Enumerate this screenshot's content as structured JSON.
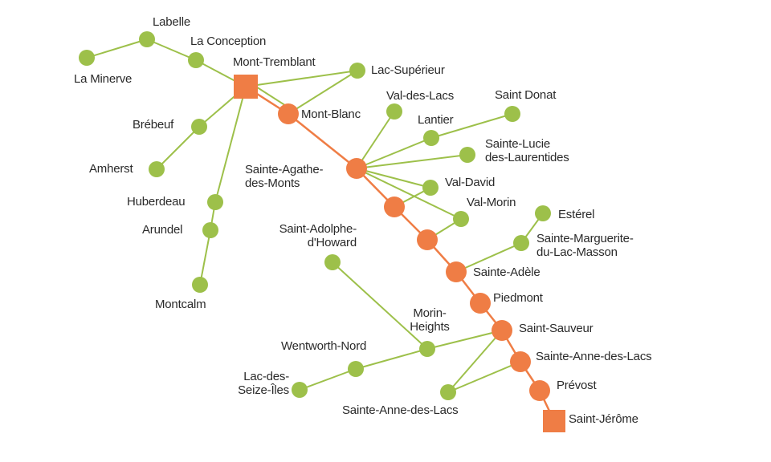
{
  "colors": {
    "main_line": "#ef7d45",
    "branch": "#9dc04a",
    "text": "#2a2a2a"
  },
  "main_line": {
    "mont_tremblant": "Mont-Tremblant",
    "mont_blanc": "Mont-Blanc",
    "sainte_agathe": "Sainte-Agathe-\ndes-Monts",
    "sainte_adele": "Sainte-Adèle",
    "piedmont": "Piedmont",
    "saint_sauveur": "Saint-Sauveur",
    "sainte_anne_main": "Sainte-Anne-des-Lacs",
    "prevost": "Prévost",
    "saint_jerome": "Saint-Jérôme"
  },
  "branches": {
    "la_minerve": "La Minerve",
    "labelle": "Labelle",
    "la_conception": "La Conception",
    "lac_superieur": "Lac-Supérieur",
    "brebeuf": "Brébeuf",
    "amherst": "Amherst",
    "huberdeau": "Huberdeau",
    "arundel": "Arundel",
    "montcalm": "Montcalm",
    "val_des_lacs": "Val-des-Lacs",
    "lantier": "Lantier",
    "saint_donat": "Saint Donat",
    "sainte_lucie": "Sainte-Lucie\ndes-Laurentides",
    "val_david": "Val-David",
    "val_morin": "Val-Morin",
    "esterel": "Estérel",
    "sainte_marguerite": "Sainte-Marguerite-\ndu-Lac-Masson",
    "saint_adolphe": "Saint-Adolphe-\nd'Howard",
    "morin_heights": "Morin-\nHeights",
    "wentworth_nord": "Wentworth-Nord",
    "lac_des_seize_iles": "Lac-des-\nSeize-Îles",
    "sainte_anne_branch": "Sainte-Anne-des-Lacs"
  }
}
